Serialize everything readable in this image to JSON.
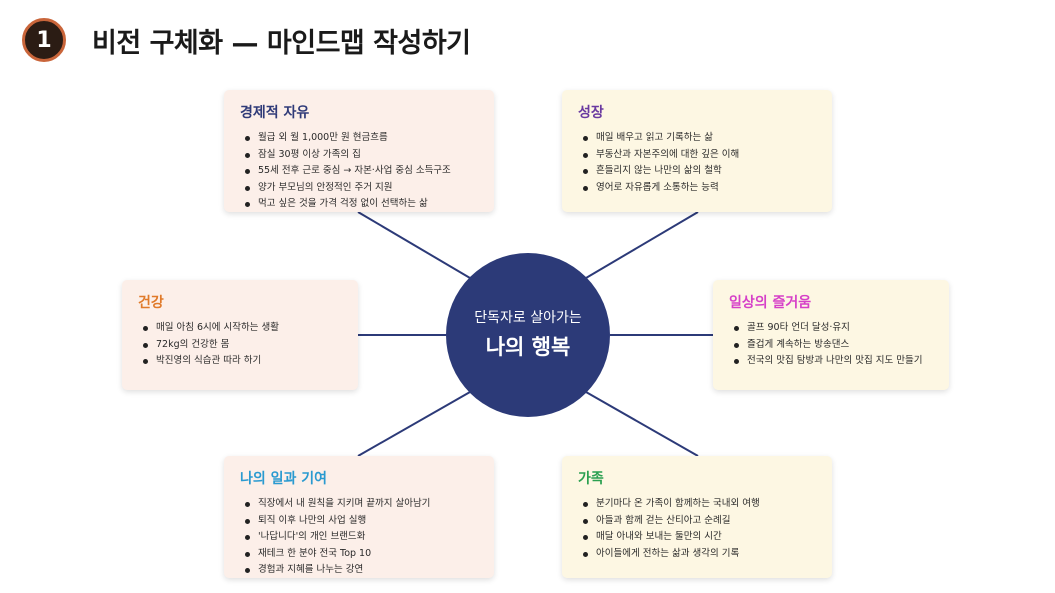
{
  "header": {
    "number": "1",
    "title": "비전 구체화 — 마인드맵 작성하기"
  },
  "center": {
    "subtitle": "단독자로 살아가는",
    "title": "나의 행복"
  },
  "cards": [
    {
      "title": "경제적 자유",
      "color": "#2f3a78",
      "items": [
        "월급 외 월 1,000만 원 현금흐름",
        "잠실 30평 이상 가족의 집",
        "55세 전후 근로 중심 → 자본·사업 중심 소득구조",
        "양가 부모님의 안정적인 주거 지원",
        "먹고 싶은 것을 가격 걱정 없이 선택하는 삶"
      ]
    },
    {
      "title": "성장",
      "color": "#6a3aa0",
      "items": [
        "매일 배우고 읽고 기록하는 삶",
        "부동산과 자본주의에 대한 깊은 이해",
        "흔들리지 않는 나만의 삶의 철학",
        "영어로 자유롭게 소통하는 능력"
      ]
    },
    {
      "title": "건강",
      "color": "#e07a2a",
      "items": [
        "매일 아침 6시에 시작하는 생활",
        "72kg의 건강한 몸",
        "박진영의 식습관 따라 하기"
      ]
    },
    {
      "title": "일상의 즐거움",
      "color": "#d640c8",
      "items": [
        "골프 90타 언더 달성·유지",
        "즐겁게 계속하는 방송댄스",
        "전국의 맛집 탐방과 나만의 맛집 지도 만들기"
      ]
    },
    {
      "title": "나의 일과 기여",
      "color": "#2a9ad0",
      "items": [
        "직장에서 내 원칙을 지키며 끝까지 살아남기",
        "퇴직 이후 나만의 사업 실행",
        "'나답니다'의 개인 브랜드화",
        "재테크 한 분야 전국 Top 10",
        "경험과 지혜를 나누는 강연"
      ]
    },
    {
      "title": "가족",
      "color": "#2aa050",
      "items": [
        "분기마다 온 가족이 함께하는 국내외 여행",
        "아들과 함께 걷는 산티아고 순례길",
        "매달 아내와 보내는 둘만의 시간",
        "아이들에게 전하는 삶과 생각의 기록"
      ]
    }
  ]
}
